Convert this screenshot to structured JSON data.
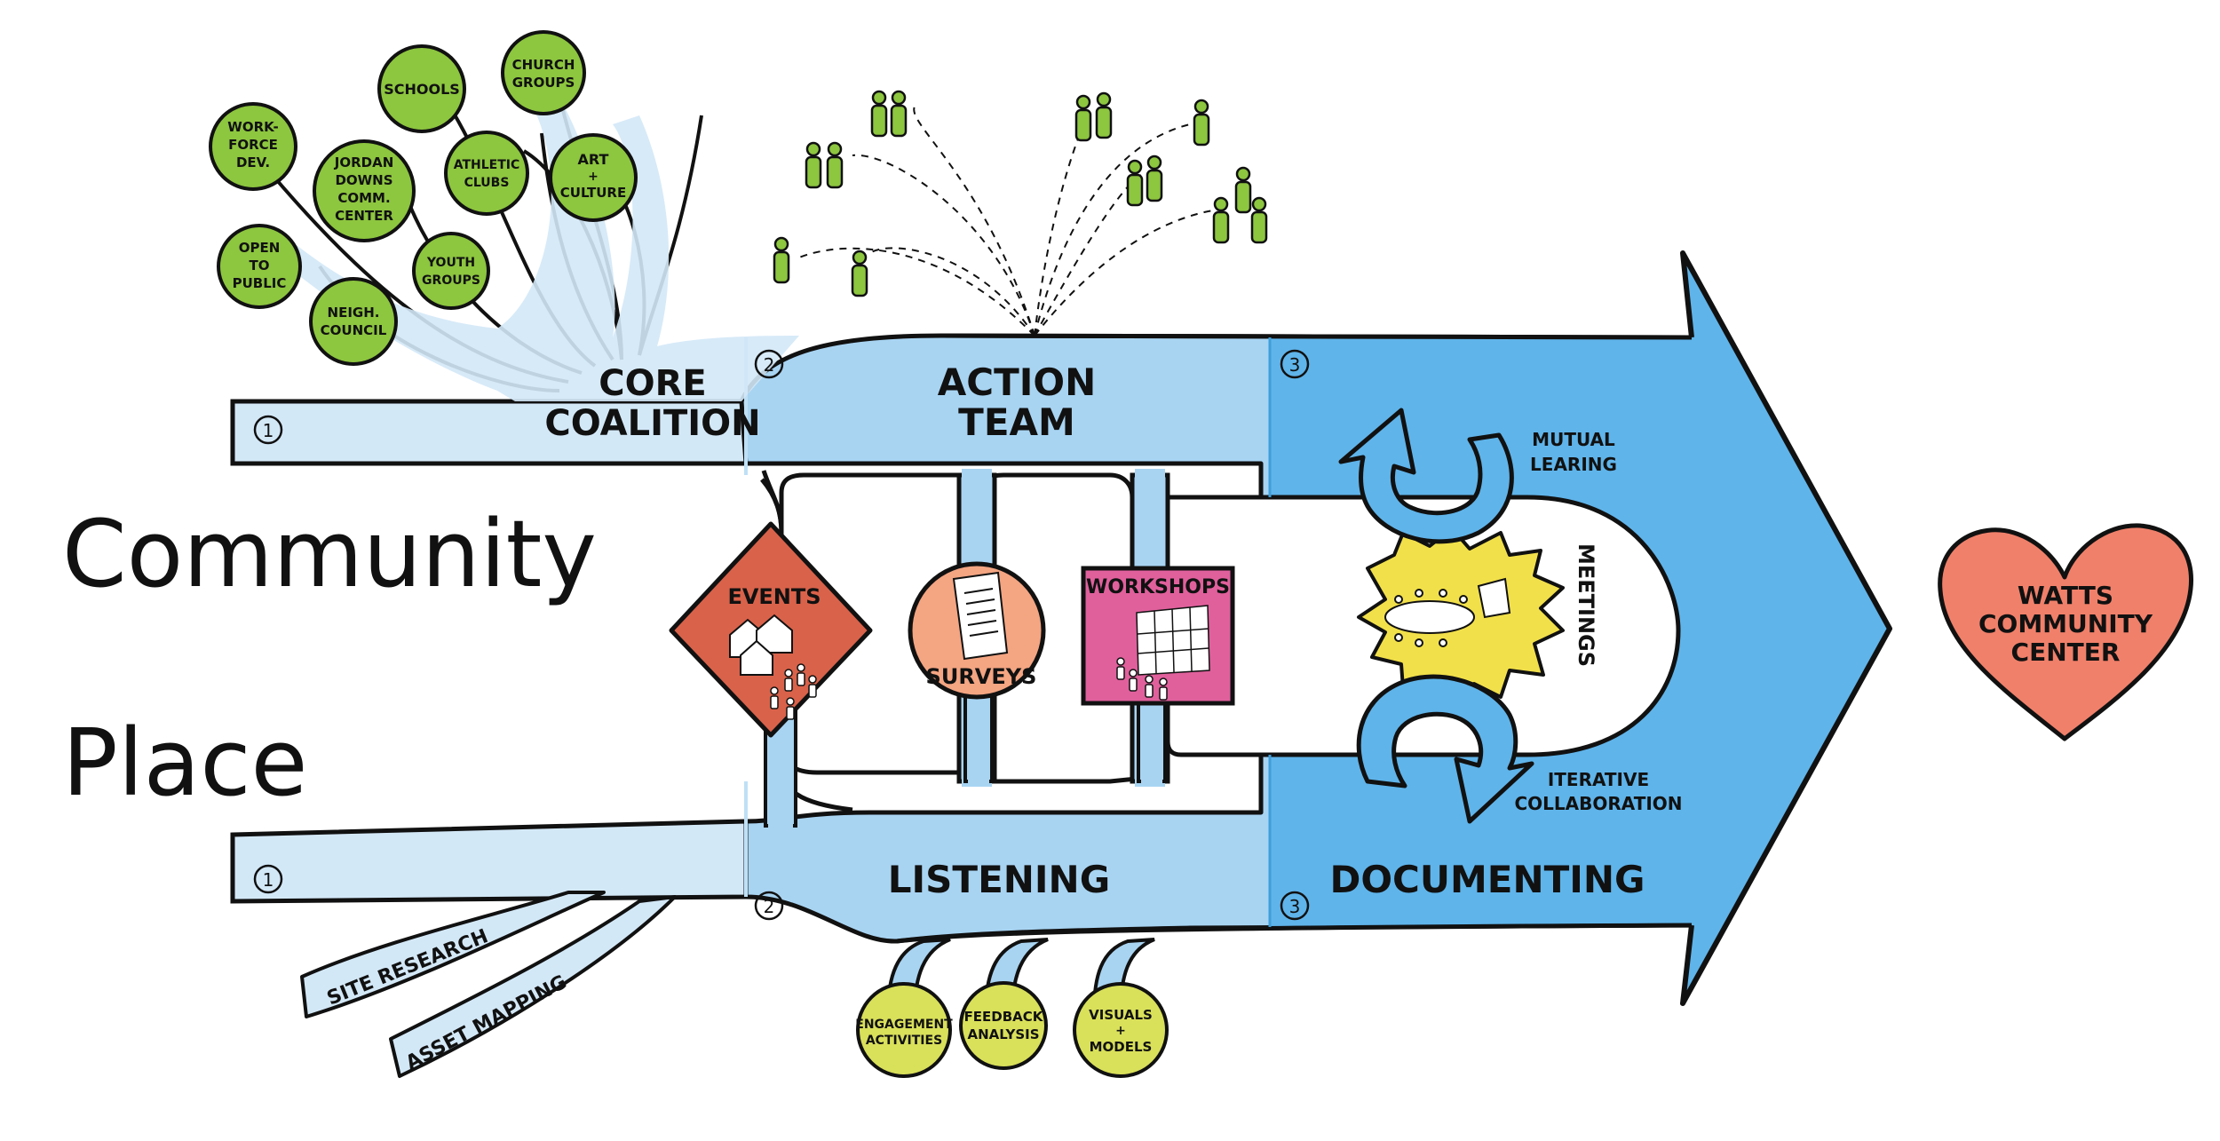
{
  "left_labels": {
    "community": "Community",
    "place": "Place"
  },
  "step_markers": {
    "one": "1",
    "two": "2",
    "three": "3"
  },
  "tracks": {
    "core_coalition": [
      "CORE",
      "COALITION"
    ],
    "action_team": [
      "ACTION",
      "TEAM"
    ],
    "listening": "LISTENING",
    "documenting": "DOCUMENTING"
  },
  "coalition_partners": [
    [
      "WORK-",
      "FORCE",
      "DEV."
    ],
    [
      "SCHOOLS"
    ],
    [
      "CHURCH",
      "GROUPS"
    ],
    [
      "JORDAN",
      "DOWNS",
      "COMM.",
      "CENTER"
    ],
    [
      "ATHLETIC",
      "CLUBS"
    ],
    [
      "ART",
      "+",
      "CULTURE"
    ],
    [
      "OPEN",
      "TO",
      "PUBLIC"
    ],
    [
      "YOUTH",
      "GROUPS"
    ],
    [
      "NEIGH.",
      "COUNCIL"
    ]
  ],
  "research_inputs": [
    "SITE RESEARCH",
    "ASSET MAPPING"
  ],
  "activities": {
    "events": "EVENTS",
    "surveys": "SURVEYS",
    "workshops": "WORKSHOPS"
  },
  "meetings_label": "MEETINGS",
  "cycle_labels": {
    "mutual": [
      "MUTUAL",
      "LEARING"
    ],
    "iterative": [
      "ITERATIVE",
      "COLLABORATION"
    ]
  },
  "outputs": [
    [
      "ENGAGEMENT",
      "ACTIVITIES"
    ],
    [
      "FEEDBACK",
      "ANALYSIS"
    ],
    [
      "VISUALS",
      "+",
      "MODELS"
    ]
  ],
  "destination": [
    "WATTS",
    "COMMUNITY",
    "CENTER"
  ],
  "colors": {
    "pale_blue": "#d3e8f7",
    "mid_blue": "#a8d4f2",
    "bright_blue": "#5fb4ea",
    "green": "#8dc63f",
    "events_red": "#d9624a",
    "surveys_orange": "#f4a582",
    "workshops_pink": "#e0609c",
    "meetings_yellow": "#f2e04a",
    "output_yellow": "#d9e05a",
    "heart": "#f0806a"
  }
}
